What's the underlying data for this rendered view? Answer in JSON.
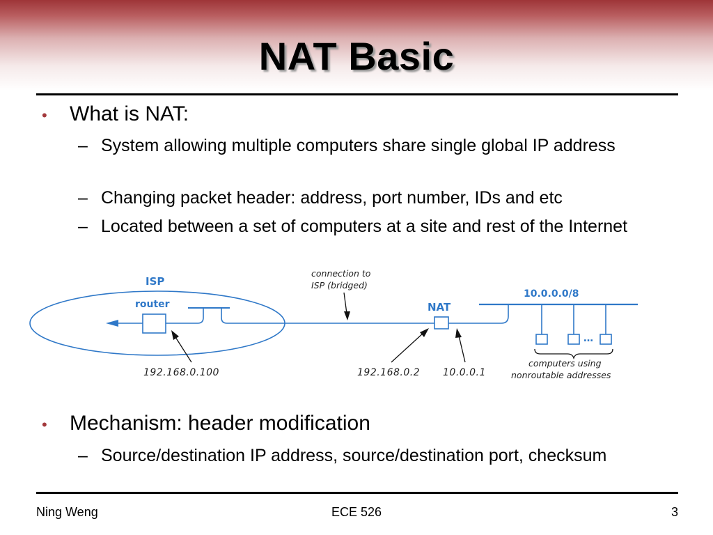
{
  "slide": {
    "title": "NAT Basic",
    "bullets": [
      {
        "text": "What is NAT:",
        "subs": [
          "System allowing multiple computers share single global IP address",
          "Changing packet header: address, port number, IDs and etc",
          "Located between a set of computers at a site and rest of the Internet"
        ]
      },
      {
        "text": "Mechanism: header modification",
        "subs": [
          "Source/destination IP address, source/destination port, checksum"
        ]
      }
    ],
    "bullet_glyph": "•",
    "sub_glyph": "–"
  },
  "diagram": {
    "isp_label": "ISP",
    "router_label": "router",
    "connection_label_line1": "connection to",
    "connection_label_line2": "ISP (bridged)",
    "nat_label": "NAT",
    "network_label": "10.0.0.0/8",
    "router_ip": "192.168.0.100",
    "nat_external_ip": "192.168.0.2",
    "nat_internal_ip": "10.0.0.1",
    "ellipsis": "…",
    "computers_label_line1": "computers using",
    "computers_label_line2": "nonroutable addresses"
  },
  "footer": {
    "author": "Ning Weng",
    "course": "ECE 526",
    "page_number": "3"
  },
  "colors": {
    "header_band": "#9e3538",
    "bullet": "#a3393c",
    "diagram_blue": "#2f78c8"
  }
}
